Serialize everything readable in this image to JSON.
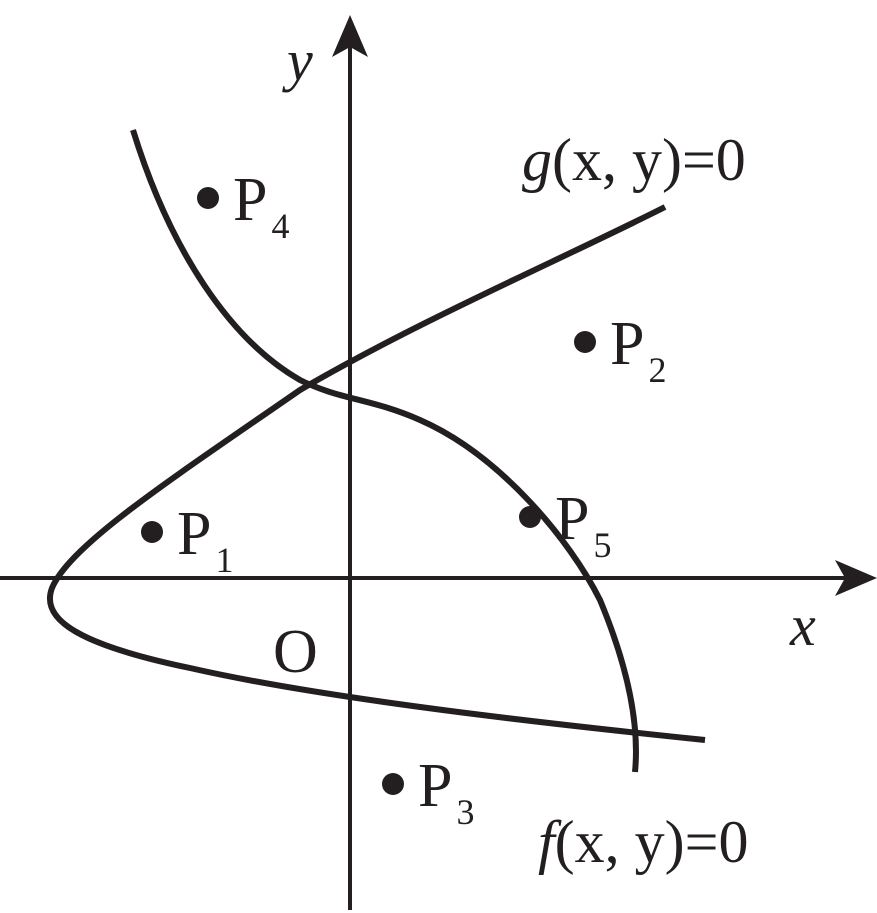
{
  "axes": {
    "x_label": "x",
    "y_label": "y",
    "origin_label": "O"
  },
  "curves": {
    "g": {
      "label_fn": "g",
      "label_args": "(x, y)",
      "label_eq": "=0"
    },
    "f": {
      "label_fn": "f",
      "label_args": "(x, y)",
      "label_eq": "=0"
    }
  },
  "points": [
    {
      "name": "P",
      "sub": "1"
    },
    {
      "name": "P",
      "sub": "2"
    },
    {
      "name": "P",
      "sub": "3"
    },
    {
      "name": "P",
      "sub": "4"
    },
    {
      "name": "P",
      "sub": "5"
    }
  ],
  "colors": {
    "ink": "#231f20"
  }
}
